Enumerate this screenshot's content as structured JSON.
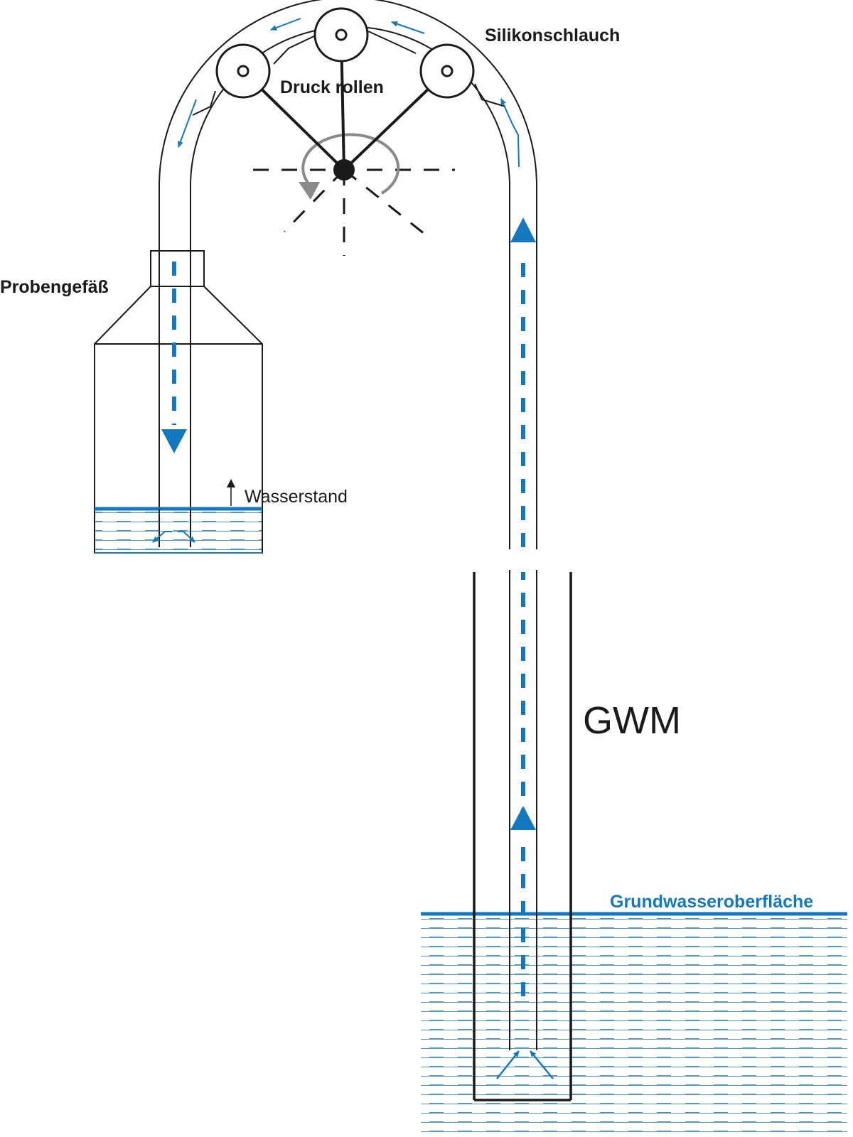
{
  "labels": {
    "silikonschlauch": "Silikonschlauch",
    "druckrollen": "Druck rollen",
    "probengefaess": "Probengefäß",
    "wasserstand": "Wasserstand",
    "gwm": "GWM",
    "grundwasseroberflaeche": "Grundwasseroberfläche"
  },
  "colors": {
    "water": "#1478bf",
    "line": "#1a1a1a",
    "rotation": "#8a8a8a"
  },
  "icons": {
    "flow-arrow": "triangle-arrow-icon",
    "rotation": "circular-arrow-icon",
    "water-level": "up-arrow-icon"
  }
}
